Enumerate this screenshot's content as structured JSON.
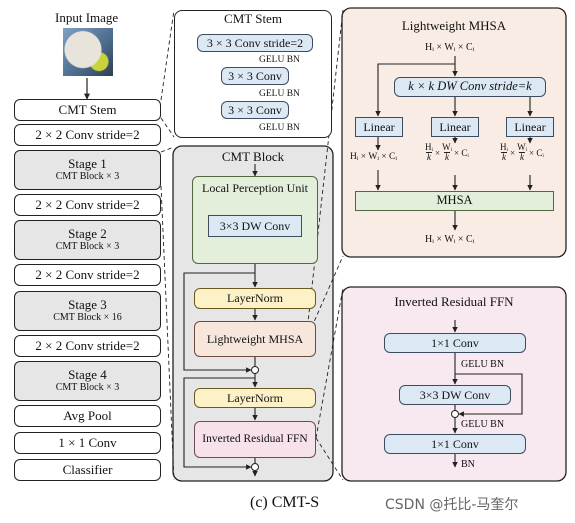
{
  "left_column": {
    "input_image_label": "Input Image",
    "cmt_stem": "CMT Stem",
    "conv_stride": "2 × 2 Conv stride=2",
    "stages": [
      {
        "name": "Stage 1",
        "detail": "CMT Block × 3"
      },
      {
        "name": "Stage 2",
        "detail": "CMT Block × 3"
      },
      {
        "name": "Stage 3",
        "detail": "CMT Block × 16"
      },
      {
        "name": "Stage 4",
        "detail": "CMT Block × 3"
      }
    ],
    "avg_pool": "Avg Pool",
    "conv1x1": "1 × 1 Conv",
    "classifier": "Classifier"
  },
  "cmt_stem_panel": {
    "title": "CMT Stem",
    "box1": "3 × 3 Conv stride=2",
    "box2": "3 × 3 Conv",
    "box3": "3 × 3 Conv",
    "act": "GELU BN"
  },
  "cmt_block_panel": {
    "title": "CMT Block",
    "lpu_title": "Local Perception Unit",
    "dw_conv": "3×3 DW Conv",
    "layernorm": "LayerNorm",
    "lmhsa": "Lightweight MHSA",
    "irffn": "Inverted Residual FFN"
  },
  "mhsa_panel": {
    "title": "Lightweight MHSA",
    "input_dim": "Hᵢ × Wᵢ × Cᵢ",
    "dw_conv": "k × k DW Conv stride=k",
    "linear": "Linear",
    "q_dim": "Hᵢ × Wᵢ × Cᵢ",
    "kv_dim_h": "Hᵢ",
    "kv_dim_k": "k",
    "kv_dim_w": "Wᵢ",
    "kv_dim_c": "× Cᵢ",
    "mhsa": "MHSA",
    "output_dim": "Hᵢ × Wᵢ × Cᵢ"
  },
  "ffn_panel": {
    "title": "Inverted Residual FFN",
    "conv1": "1×1 Conv",
    "act1": "GELU BN",
    "dw_conv": "3×3 DW Conv",
    "act2": "GELU BN",
    "conv2": "1×1 Conv",
    "out_norm": "BN"
  },
  "caption": "(c) CMT-S",
  "watermark": "CSDN @托比-马奎尔",
  "colors": {
    "gray_fill": "#e6e6e6",
    "blue_fill": "#dce9f5",
    "yellow_fill": "#fdf1c8",
    "green_fill": "#e3efda",
    "pink_fill": "#f7e1ea",
    "salmon_fill": "#f6e6dc",
    "mhsa_panel_fill": "#f9ece4",
    "ffn_panel_fill": "#f8e8ef"
  }
}
